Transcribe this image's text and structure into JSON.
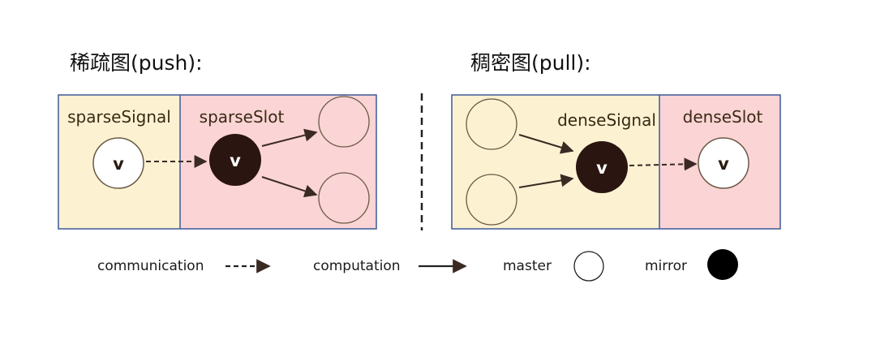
{
  "push": {
    "heading": "稀疏图(push):",
    "source_label": "sparseSignal",
    "target_label": "sparseSlot",
    "source_node": "v",
    "mirror_node": "v"
  },
  "pull": {
    "heading": "稠密图(pull):",
    "source_label": "denseSignal",
    "target_label": "denseSlot",
    "mirror_node": "v",
    "target_node": "v"
  },
  "legend": {
    "communication": "communication",
    "computation": "computation",
    "master": "master",
    "mirror": "mirror"
  },
  "colors": {
    "master_region": "#fcf2d2",
    "mirror_region": "#fbd4d6",
    "border": "#3d5a99",
    "node_outline": "#6a5a44",
    "mirror_fill": "#2a1510",
    "arrow": "#3a2a22"
  }
}
